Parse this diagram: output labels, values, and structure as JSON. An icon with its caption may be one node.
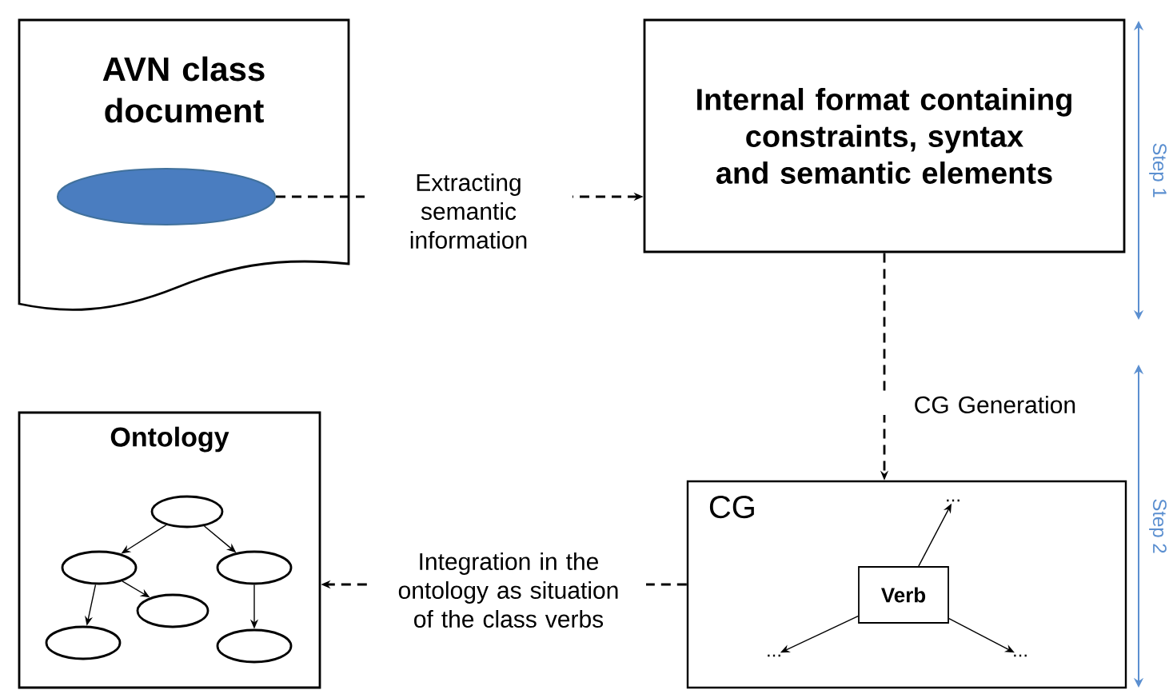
{
  "diagram": {
    "nodes": [
      {
        "text": [
          "AVN class document"
        ]
      },
      {
        "text": [],
        "shape": "ellipse",
        "in": 0
      },
      {
        "text": [
          "Internal format containing constraints, syntax and semantic elements"
        ]
      },
      {
        "text": [
          "Ontology"
        ]
      },
      {
        "text": [],
        "shape": "ellipse",
        "in": 3
      },
      {
        "text": [],
        "shape": "ellipse",
        "in": 3
      },
      {
        "text": [],
        "shape": "ellipse",
        "in": 3
      },
      {
        "text": [],
        "shape": "ellipse",
        "in": 3
      },
      {
        "text": [],
        "shape": "ellipse",
        "in": 3
      },
      {
        "text": [],
        "shape": "ellipse",
        "in": 3
      },
      {
        "text": [
          "CG"
        ]
      },
      {
        "text": [
          "Verb"
        ],
        "in": 10
      },
      {
        "text": [
          "..."
        ],
        "in": 10
      },
      {
        "text": [
          "..."
        ],
        "in": 10
      },
      {
        "text": [
          "..."
        ],
        "in": 10
      }
    ],
    "edges": [
      {
        "from": 1,
        "to": 2,
        "arrow": "to",
        "style": "dashed",
        "label": "Extracting semantic information"
      },
      {
        "from": 2,
        "to": 10,
        "arrow": "to",
        "style": "dashed",
        "label": "CG Generation"
      },
      {
        "from": 10,
        "to": 3,
        "arrow": "to",
        "style": "dashed",
        "label": "Integration in the ontology as situation of the class verbs"
      },
      {
        "from": 4,
        "to": 5,
        "arrow": "to"
      },
      {
        "from": 4,
        "to": 6,
        "arrow": "to"
      },
      {
        "from": 5,
        "to": 8,
        "arrow": "to"
      },
      {
        "from": 5,
        "to": 7,
        "arrow": "to"
      },
      {
        "from": 6,
        "to": 9,
        "arrow": "to"
      },
      {
        "from": 11,
        "to": 12,
        "arrow": "to"
      },
      {
        "from": 11,
        "to": 13,
        "arrow": "to"
      },
      {
        "from": 11,
        "to": 14,
        "arrow": "to"
      }
    ],
    "labels": [
      "Step 1",
      "Step 2"
    ]
  }
}
